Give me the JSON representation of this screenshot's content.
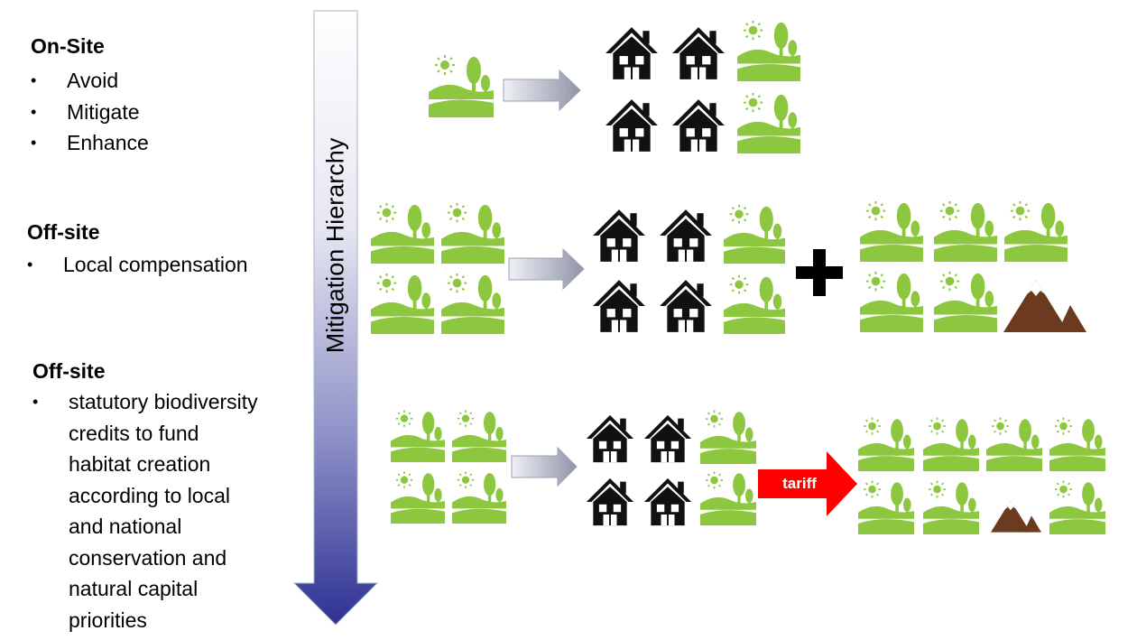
{
  "sections": {
    "onsite": {
      "heading": "On-Site",
      "bullets": [
        "Avoid",
        "Mitigate",
        "Enhance"
      ]
    },
    "offsite_local": {
      "heading": "Off-site",
      "bullets": [
        "Local compensation"
      ]
    },
    "offsite_credits": {
      "heading": "Off-site",
      "bullet_lines": [
        "statutory biodiversity",
        "credits to fund",
        "habitat creation",
        "according to local",
        "and national",
        "conservation and",
        "natural capital",
        "priorities"
      ]
    }
  },
  "hierarchy_label": "Mitigation Hierarchy",
  "tariff_label": "tariff",
  "colors": {
    "landscape": "#8DC63F",
    "house": "#111111",
    "mountain": "#6B3A1F",
    "tariff_arrow": "#FF0000",
    "hierarchy_top": "#FFFFFF",
    "hierarchy_bottom": "#2E3192",
    "gray_arrow": "#9FA3B4"
  },
  "icons": {
    "landscape": "landscape-icon",
    "house": "house-icon",
    "mountain": "mountain-icon",
    "plus": "plus-icon"
  }
}
